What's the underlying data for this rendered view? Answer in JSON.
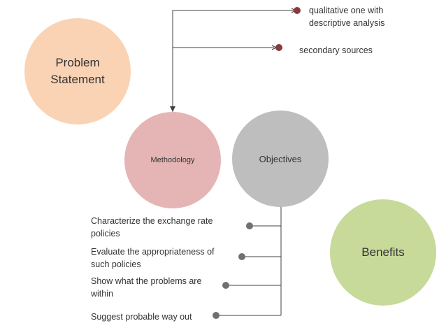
{
  "circles": {
    "problem_statement": {
      "text": "Problem Statement",
      "color": "#FAD3B4"
    },
    "methodology": {
      "text": "Methodology",
      "color": "#E5B5B6"
    },
    "objectives": {
      "text": "Objectives",
      "color": "#BEBEBE"
    },
    "benefits": {
      "text": "Benefits",
      "color": "#C7DA9A"
    }
  },
  "methodology_items": [
    "qualitative one with descriptive analysis",
    "secondary sources"
  ],
  "objective_items": [
    "Characterize the exchange rate policies",
    "Evaluate the appropriateness of such policies",
    "Show what the problems are within",
    "Suggest probable way out"
  ],
  "colors": {
    "connector": "#404040",
    "methodology_bullet": "#8B3A3A",
    "objective_bullet": "#707070",
    "text": "#333333"
  }
}
